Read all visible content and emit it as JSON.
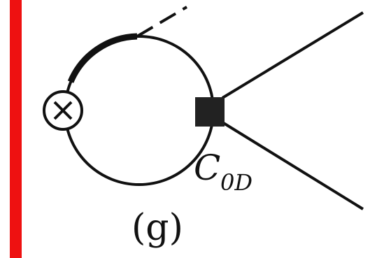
{
  "diagram": {
    "vertex_label_main": "C",
    "vertex_label_sub": "0D",
    "caption": "(g)"
  },
  "icons": {
    "insertion": "circle-cross-icon",
    "vertex": "filled-square-vertex-icon"
  },
  "colors": {
    "ink": "#111111",
    "accent_bar": "#ee1111",
    "background": "#ffffff"
  }
}
